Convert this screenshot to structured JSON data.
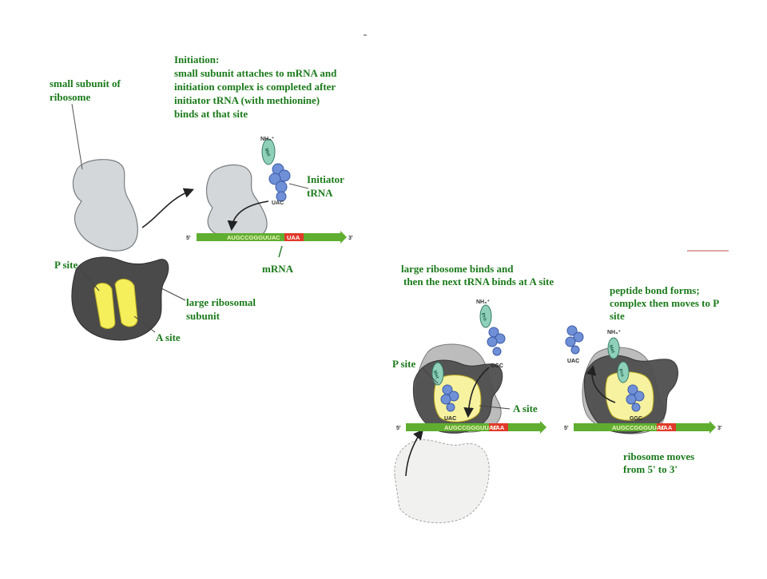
{
  "labels": {
    "small_subunit": "small subunit of ribosome",
    "initiation_title": "Initiation:",
    "initiation_body": "small subunit attaches to mRNA and initiation complex is completed after initiator tRNA (with methionine) binds at that site",
    "initiator_trna": "Initiator tRNA",
    "mrna": "mRNA",
    "p_site_left": "P site",
    "large_subunit": "large ribosomal subunit",
    "a_site_left": "A site",
    "large_binds": "large ribosome binds and",
    "large_binds_2": "then the next tRNA binds at A site",
    "peptide_bond": "peptide bond forms; complex then moves to P site",
    "p_site_right": "P site",
    "a_site_right": "A site",
    "ribosome_moves": "ribosome moves from 5' to 3'"
  },
  "diagram": {
    "five_prime": "5'",
    "three_prime": "3'",
    "seq_green": "AUGCCGGGUUAC",
    "seq_stop": "UAA",
    "anticodon_uac": "UAC",
    "anticodon_ggc": "GGC",
    "amino_met": "Met",
    "amino_pro": "Pro",
    "amino_group": "NH₃⁺"
  },
  "colors": {
    "label_green": "#1a7a1a",
    "mrna_green": "#5fae2f",
    "stop_red": "#e03a2a",
    "small_subunit_gray": "#d4d7d9",
    "large_subunit_dark": "#4a4a4a",
    "site_yellow": "#f4ef5a",
    "trna_blue": "#6f8fd6",
    "amino_teal": "#8fd0b8"
  }
}
